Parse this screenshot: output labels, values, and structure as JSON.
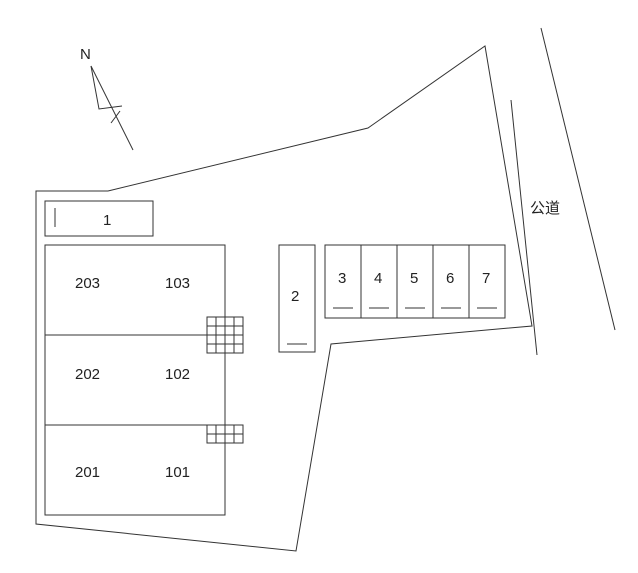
{
  "compass": {
    "label": "N"
  },
  "road": {
    "label": "公道"
  },
  "parking": {
    "top_slot": "1",
    "side_slot": "2",
    "row_slots": [
      "3",
      "4",
      "5",
      "6",
      "7"
    ]
  },
  "building": {
    "rows": [
      {
        "left": "203",
        "right": "103"
      },
      {
        "left": "202",
        "right": "102"
      },
      {
        "left": "201",
        "right": "101"
      }
    ]
  }
}
